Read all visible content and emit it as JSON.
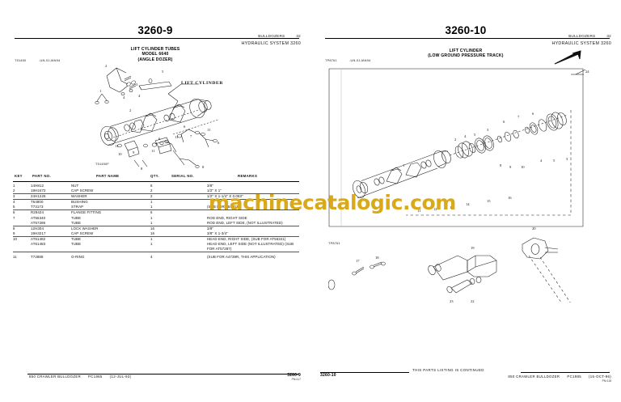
{
  "document": {
    "watermark": "machinecatalogic.com"
  },
  "left_page": {
    "page_number": "3260-9",
    "header_right_line1": "BULLDOZERS",
    "header_right_section": "32",
    "header_right_line2": "HYDRAULIC SYSTEM 3260",
    "figure_title_lines": [
      "LIFT CYLINDER TUBES",
      "MODEL 6640",
      "(ANGLE DOZER)"
    ],
    "ref_code": "T51450",
    "ref_date": "-UN-01JAN94",
    "drawing_caption": "LIFT CYLINDER",
    "drawing_bottom_code": "T51450F",
    "drawing_callouts": [
      "2",
      "3",
      "4",
      "5",
      "6",
      "7",
      "8",
      "9",
      "10",
      "11",
      "1"
    ],
    "table": {
      "columns": [
        "KEY",
        "PART NO.",
        "PART NAME",
        "QTY.",
        "SERIAL NO.",
        "REMARKS"
      ],
      "rows": [
        {
          "key": "1",
          "part": "14H812",
          "name": "NUT",
          "qty": "8",
          "serial": "",
          "remarks": "3/8\""
        },
        {
          "key": "2",
          "part": "19H2472",
          "name": "CAP SCREW",
          "qty": "2",
          "serial": "",
          "remarks": "1/2\" X 1\""
        },
        {
          "key": "3",
          "part": "24H1226",
          "name": "WASHER",
          "qty": "2",
          "serial": "",
          "remarks": "1/2\" X 1-1/4\" X 0.083\""
        },
        {
          "key": "4",
          "part": "T54800",
          "name": "BUSHING",
          "qty": "1",
          "serial": "",
          "remarks": ""
        },
        {
          "key": "5",
          "part": "T73173",
          "name": "STRAP",
          "qty": "1",
          "serial": "",
          "remarks": "(SUB FOR T54801)"
        },
        {
          "key": "6",
          "part": "R29424",
          "name": "FLANGE FITTING",
          "qty": "6",
          "serial": "",
          "remarks": ""
        },
        {
          "key": "7",
          "part": "AT56340",
          "name": "TUBE",
          "qty": "1",
          "serial": "",
          "remarks": "ROD END, RIGHT SIDE"
        },
        {
          "key": "",
          "part": "AT57286",
          "name": "TUBE",
          "qty": "1",
          "serial": "",
          "remarks": "ROD END, LEFT SIDE, (NOT ILLUSTRATED)"
        },
        {
          "key": "8",
          "part": "12H304",
          "name": "LOCK WASHER",
          "qty": "16",
          "serial": "",
          "remarks": "3/8\""
        },
        {
          "key": "9",
          "part": "19H3217",
          "name": "CAP SCREW",
          "qty": "16",
          "serial": "",
          "remarks": "3/8\" X 1-3/4\""
        },
        {
          "key": "10",
          "part": "AT61482",
          "name": "TUBE",
          "qty": "1",
          "serial": "",
          "remarks": "HEAD END, RIGHT SIDE, (SUB FOR AT56341)"
        },
        {
          "key": "",
          "part": "AT61483",
          "name": "TUBE",
          "qty": "1",
          "serial": "",
          "remarks": "HEAD END, LEFT SIDE (NOT ILLUSTRATED) (SUB"
        },
        {
          "key": "",
          "part": "",
          "name": "",
          "qty": "",
          "serial": "",
          "remarks": "  FOR AT57287)"
        },
        {
          "key": "11",
          "part": "T72888",
          "name": "O-RING",
          "qty": "4",
          "serial": "",
          "remarks": "(SUB FOR A4739R, THIS APPLICATION)"
        }
      ]
    },
    "footer": {
      "model": "850 CRAWLER BULLDOZER",
      "manual": "PC1985",
      "date": "(12-JUL-93)",
      "page_number": "3260-9",
      "sub": "PN=117"
    }
  },
  "right_page": {
    "page_number": "3260-10",
    "header_right_line1": "BULLDOZERS",
    "header_right_section": "32",
    "header_right_line2": "HYDRAULIC SYSTEM 3260",
    "figure_title_lines": [
      "LIFT CYLINDER",
      "(LOW GROUND PRESSURE TRACK)"
    ],
    "ref_code": "TP8761",
    "ref_date": "-UN-01JAN94",
    "drawing_bottom_code": "TP8761",
    "drawing_callouts": [
      "1",
      "2",
      "3",
      "4",
      "5",
      "6",
      "7",
      "8",
      "9",
      "10",
      "11",
      "12",
      "13",
      "14",
      "15",
      "16",
      "17",
      "18",
      "19",
      "20",
      "21",
      "22",
      "23",
      "24"
    ],
    "footer": {
      "page_number": "3260-10",
      "continued": "THIS PARTS LISTING IS CONTINUED",
      "model": "850 CRAWLER BULLDOZER",
      "manual": "PC1985",
      "date": "(15-OCT-96)",
      "sub": "PN=118"
    }
  }
}
